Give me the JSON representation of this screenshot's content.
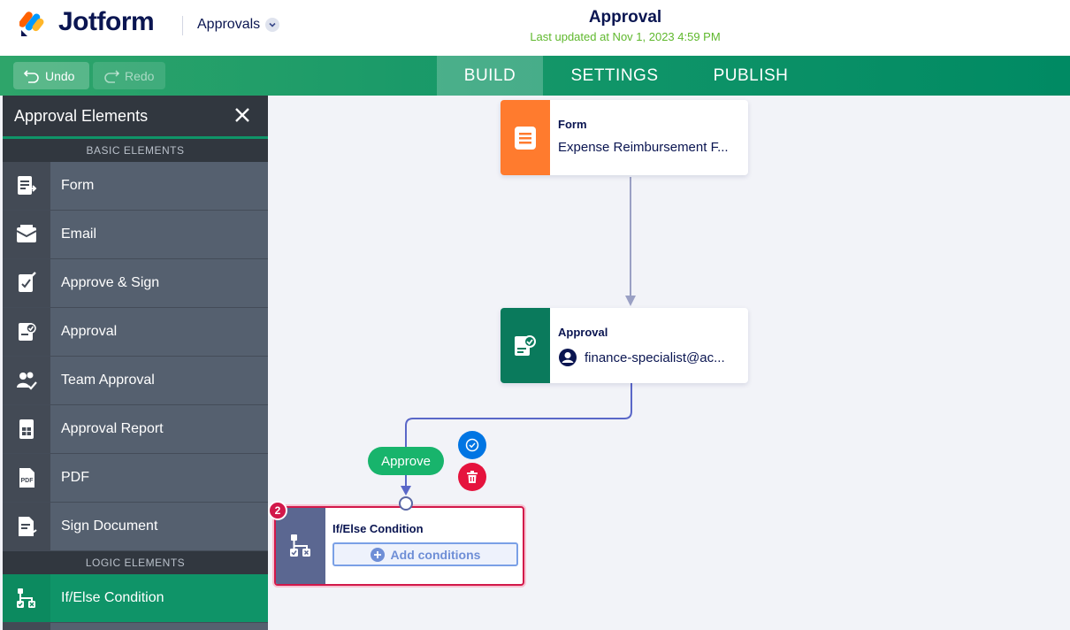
{
  "header": {
    "brand": "Jotform",
    "app_name": "Approvals",
    "title": "Approval",
    "last_updated": "Last updated at Nov 1, 2023 4:59 PM"
  },
  "toolbar": {
    "undo_label": "Undo",
    "redo_label": "Redo",
    "tabs": [
      {
        "label": "BUILD",
        "active": true
      },
      {
        "label": "SETTINGS",
        "active": false
      },
      {
        "label": "PUBLISH",
        "active": false
      }
    ]
  },
  "sidebar": {
    "title": "Approval Elements",
    "basic_section": "BASIC ELEMENTS",
    "logic_section": "LOGIC ELEMENTS",
    "items": [
      {
        "label": "Form",
        "icon": "form-icon"
      },
      {
        "label": "Email",
        "icon": "email-icon"
      },
      {
        "label": "Approve & Sign",
        "icon": "approve-sign-icon"
      },
      {
        "label": "Approval",
        "icon": "approval-icon"
      },
      {
        "label": "Team Approval",
        "icon": "team-approval-icon"
      },
      {
        "label": "Approval Report",
        "icon": "approval-report-icon"
      },
      {
        "label": "PDF",
        "icon": "pdf-icon"
      },
      {
        "label": "Sign Document",
        "icon": "sign-document-icon"
      }
    ],
    "logic_items": [
      {
        "label": "If/Else Condition",
        "icon": "if-else-icon"
      }
    ]
  },
  "canvas": {
    "form_node": {
      "type": "Form",
      "subtitle": "Expense Reimbursement F..."
    },
    "approval_node": {
      "type": "Approval",
      "subtitle": "finance-specialist@ac..."
    },
    "approve_pill": "Approve",
    "condition_node": {
      "title": "If/Else Condition",
      "button_label": "Add conditions",
      "badge": "2"
    }
  },
  "colors": {
    "brand_navy": "#0a1551",
    "toolbar_green": "#0f9468",
    "form_orange": "#ff7b2e",
    "approval_green": "#0a7a5c",
    "approve_pill": "#18b46c",
    "error_red": "#d2184a",
    "updated_green": "#5fb82d"
  }
}
